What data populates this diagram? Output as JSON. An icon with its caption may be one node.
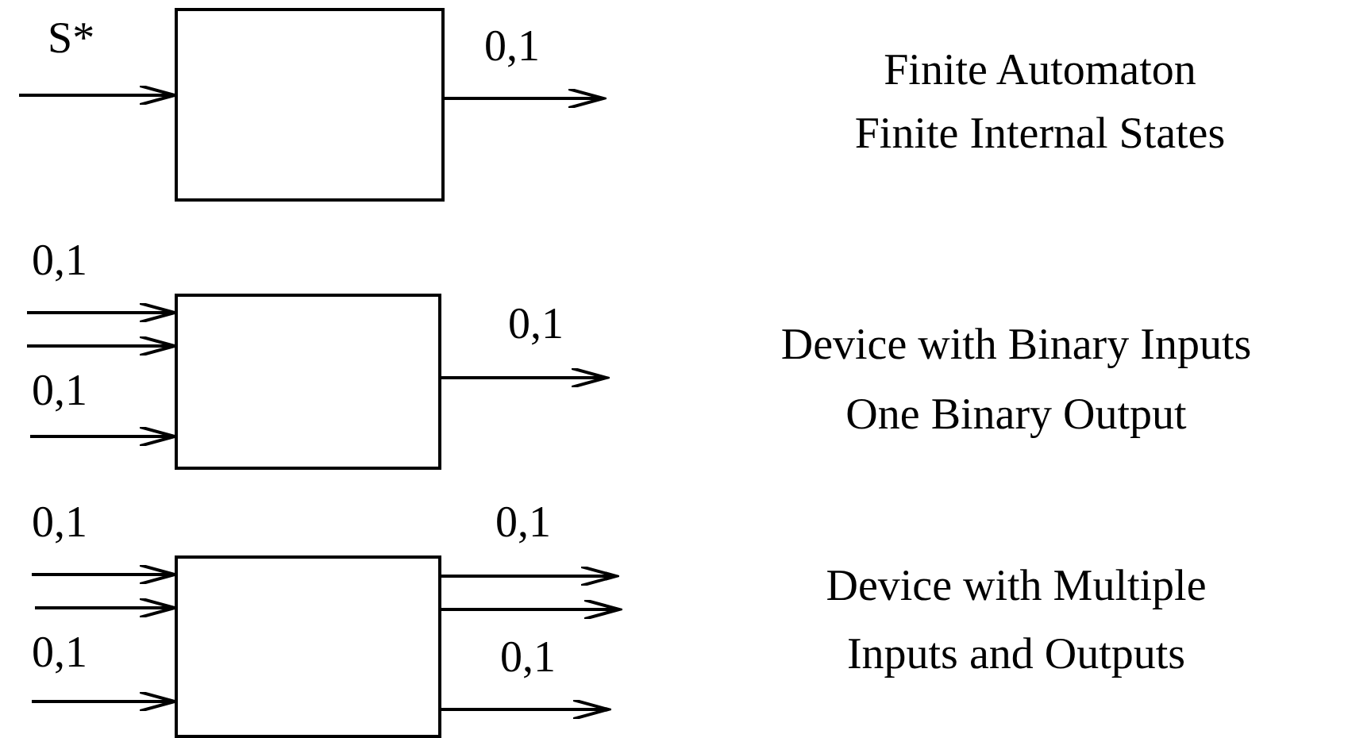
{
  "diagram": {
    "nodes": [
      {
        "text": [],
        "shape": "box",
        "beside": [
          "Finite Automaton",
          "Finite Internal States"
        ]
      },
      {
        "text": [],
        "shape": "box",
        "beside": [
          "Device with Binary Inputs",
          "One Binary Output"
        ]
      },
      {
        "text": [],
        "shape": "box",
        "beside": [
          "Device with Multiple",
          "Inputs and Outputs"
        ]
      }
    ],
    "edges": [
      {
        "from": null,
        "to": 0,
        "arrow": "to",
        "label": "S*"
      },
      {
        "from": 0,
        "to": null,
        "arrow": "to",
        "label": "0,1"
      },
      {
        "from": null,
        "to": 1,
        "arrow": "to",
        "label": "0,1"
      },
      {
        "from": null,
        "to": 1,
        "arrow": "to"
      },
      {
        "from": null,
        "to": 1,
        "arrow": "to",
        "label": "0,1"
      },
      {
        "from": 1,
        "to": null,
        "arrow": "to",
        "label": "0,1"
      },
      {
        "from": null,
        "to": 2,
        "arrow": "to",
        "label": "0,1"
      },
      {
        "from": null,
        "to": 2,
        "arrow": "to"
      },
      {
        "from": null,
        "to": 2,
        "arrow": "to",
        "label": "0,1"
      },
      {
        "from": 2,
        "to": null,
        "arrow": "to",
        "label": "0,1"
      },
      {
        "from": 2,
        "to": null,
        "arrow": "to"
      },
      {
        "from": 2,
        "to": null,
        "arrow": "to",
        "label": "0,1"
      }
    ]
  }
}
